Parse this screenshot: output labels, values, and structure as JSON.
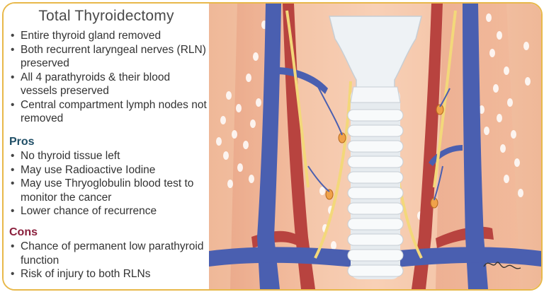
{
  "title": "Total Thyroidectomy",
  "summary_items": [
    "Entire thyroid gland removed",
    "Both recurrent laryngeal nerves (RLN) preserved",
    "All 4 parathyroids & their blood vessels preserved",
    "Central compartment lymph nodes not removed"
  ],
  "pros": {
    "heading": "Pros",
    "items": [
      "No thyroid tissue left",
      "May use Radioactive Iodine",
      "May use Thryoglobulin blood test to monitor the cancer",
      "Lower chance of recurrence"
    ]
  },
  "cons": {
    "heading": "Cons",
    "items": [
      "Chance of permanent low parathyroid function",
      "Risk of injury to both RLNs"
    ]
  },
  "colors": {
    "border": "#e8b84a",
    "pros_heading": "#1f4e66",
    "cons_heading": "#8a1f3c",
    "skin": "#f6c9ad",
    "vein": "#4a5fb0",
    "artery": "#b8433f",
    "nerve": "#f3d87a",
    "trachea": "#e6ebef"
  },
  "illustration": {
    "signature": "Dorian"
  }
}
